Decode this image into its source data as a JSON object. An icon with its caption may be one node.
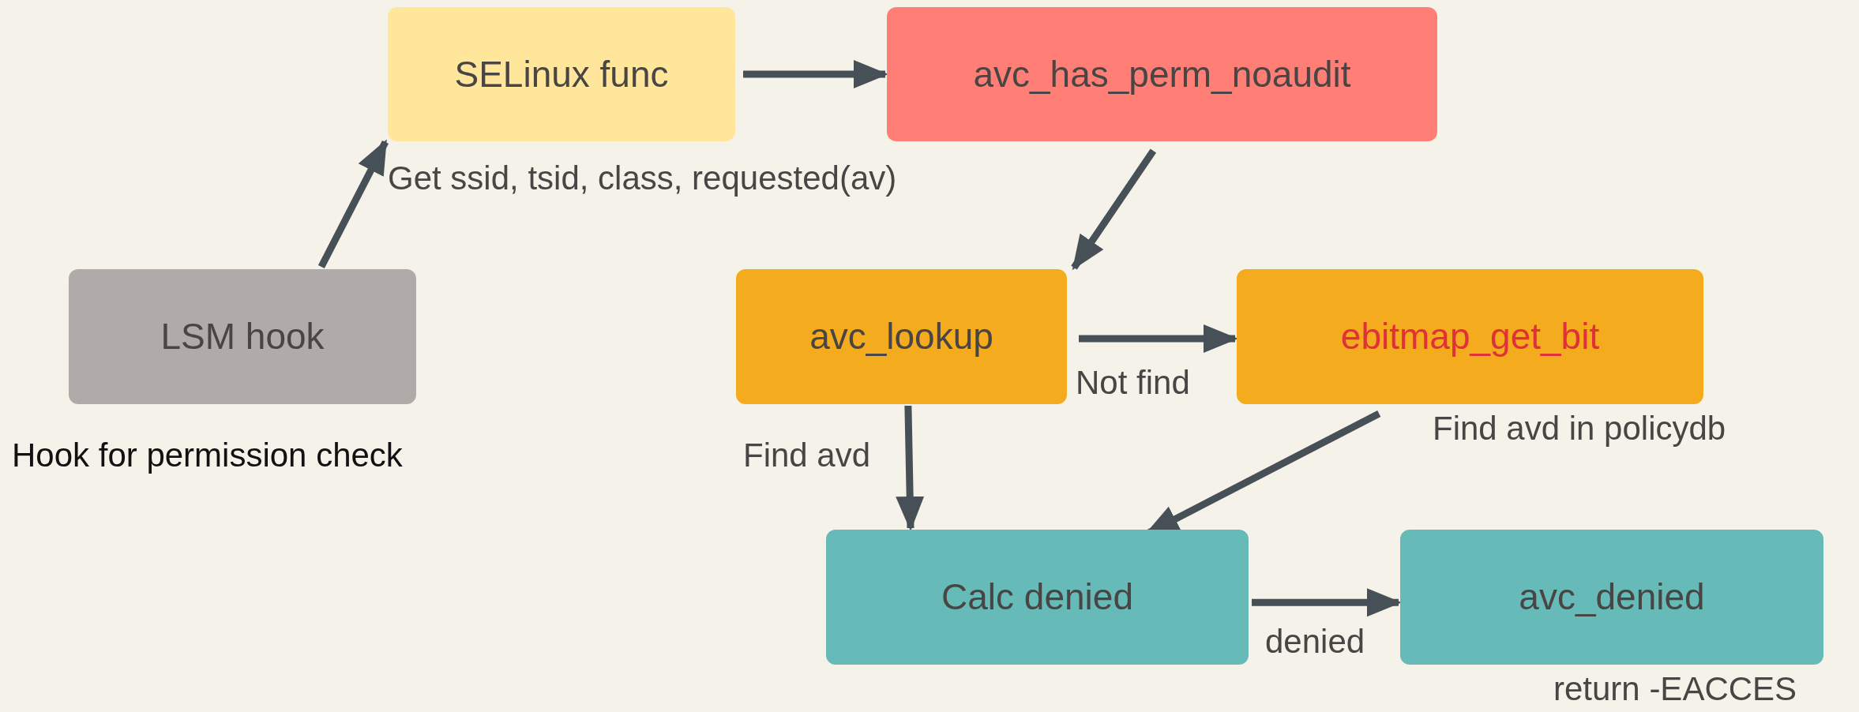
{
  "diagram": {
    "nodes": [
      {
        "text": [
          "SELinux func"
        ],
        "beside": [
          "Get ssid, tsid, class, requested(av)"
        ]
      },
      {
        "text": [
          "avc_has_perm_noaudit"
        ]
      },
      {
        "text": [
          "LSM hook"
        ],
        "beside": [
          "Hook for permission check"
        ]
      },
      {
        "text": [
          "avc_lookup"
        ]
      },
      {
        "text": [
          "ebitmap_get_bit"
        ],
        "beside": [
          "Find avd in policydb"
        ]
      },
      {
        "text": [
          "Calc denied"
        ]
      },
      {
        "text": [
          "avc_denied"
        ],
        "beside": [
          "return -EACCES"
        ]
      }
    ],
    "edges": [
      {
        "from": 2,
        "to": 0,
        "arrow": "to"
      },
      {
        "from": 0,
        "to": 1,
        "arrow": "to"
      },
      {
        "from": 1,
        "to": 3,
        "arrow": "to"
      },
      {
        "from": 3,
        "to": 4,
        "arrow": "to",
        "label": "Not find"
      },
      {
        "from": 3,
        "to": 5,
        "arrow": "to",
        "label": "Find avd"
      },
      {
        "from": 4,
        "to": 5,
        "arrow": "to"
      },
      {
        "from": 5,
        "to": 6,
        "arrow": "to",
        "label": "denied"
      }
    ]
  }
}
